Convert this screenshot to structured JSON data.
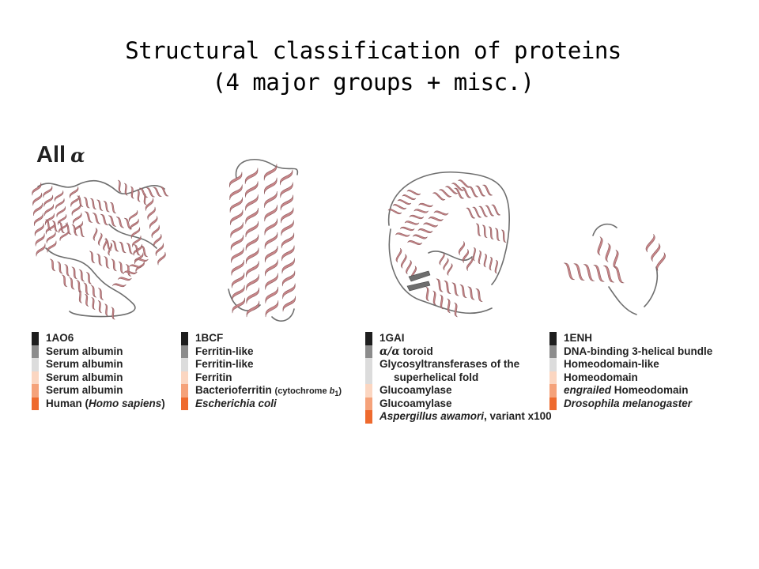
{
  "title": {
    "line1": "Structural classification of proteins",
    "line2": "(4 major groups + misc.)"
  },
  "class_heading": {
    "text": "All",
    "symbol": "α"
  },
  "colors": {
    "ribbon": "#c9878a",
    "ribbon_dark": "#8e5a5d",
    "loop": "#6e6e6e",
    "strand": "#6e6e6e",
    "legend_swatches": [
      "#1e1e1e",
      "#8c8c8c",
      "#dcdcdc",
      "#fbd6c1",
      "#f5a27a",
      "#ee6a2e"
    ]
  },
  "proteins": [
    {
      "legend": {
        "pdb_id": "1AO6",
        "class_row": "Serum albumin",
        "fold": "Serum albumin",
        "superfamily": "Serum albumin",
        "family": "Serum albumin",
        "species_prefix": "Human (",
        "species_italic": "Homo sapiens",
        "species_suffix": ")"
      }
    },
    {
      "legend": {
        "pdb_id": "1BCF",
        "class_row": "Ferritin-like",
        "fold": "Ferritin-like",
        "superfamily": "Ferritin",
        "family": "Bacterioferritin",
        "family_note_prefix": "(cytochrome ",
        "family_note_italic": "b",
        "family_note_sub": "1",
        "family_note_suffix": ")",
        "species_italic": "Escherichia coli"
      }
    },
    {
      "legend": {
        "pdb_id": "1GAI",
        "class_symbol": "α/α",
        "class_suffix": " toroid",
        "fold_line1": "Glycosyltransferases of the",
        "fold_line2": "superhelical fold",
        "superfamily": "Glucoamylase",
        "family": "Glucoamylase",
        "species_italic": "Aspergillus awamori",
        "species_suffix": ", variant x100"
      }
    },
    {
      "legend": {
        "pdb_id": "1ENH",
        "class_row": "DNA-binding 3-helical bundle",
        "fold": "Homeodomain-like",
        "superfamily": "Homeodomain",
        "family_italic": "engrailed",
        "family_suffix": " Homeodomain",
        "species_italic": "Drosophila melanogaster"
      }
    }
  ]
}
